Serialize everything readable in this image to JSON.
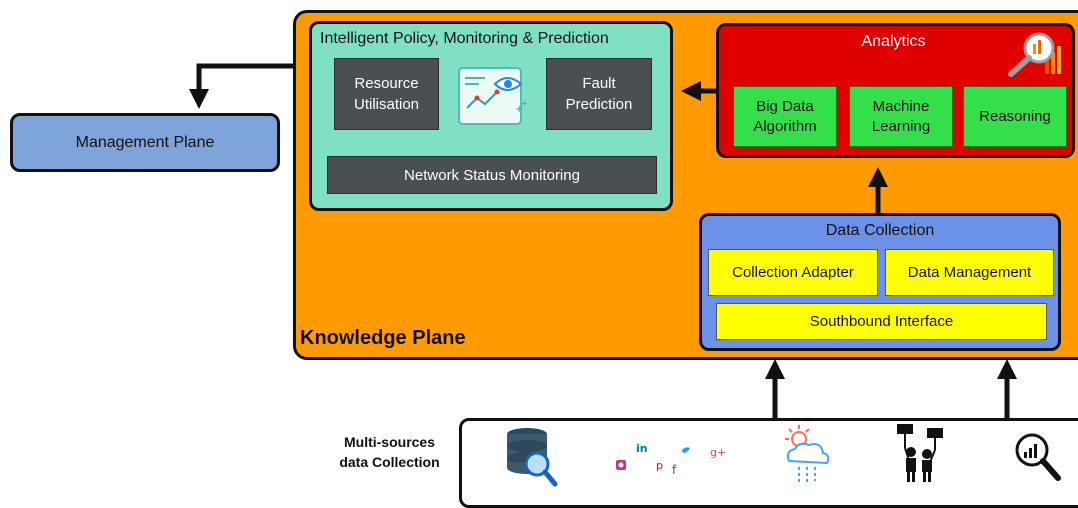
{
  "knowledge_plane": {
    "label": "Knowledge Plane"
  },
  "management_plane": {
    "label": "Management Plane"
  },
  "intelligent": {
    "title": "Intelligent Policy, Monitoring & Prediction",
    "resource_utilisation": [
      "Resource",
      "Utilisation"
    ],
    "fault_prediction": [
      "Fault",
      "Prediction"
    ],
    "network_status": "Network Status Monitoring"
  },
  "analytics": {
    "title": "Analytics",
    "big_data": [
      "Big Data",
      "Algorithm"
    ],
    "machine_learning": [
      "Machine",
      "Learning"
    ],
    "reasoning": "Reasoning"
  },
  "data_collection": {
    "title": "Data Collection",
    "collection_adapter": "Collection Adapter",
    "data_management": "Data Management",
    "southbound": "Southbound Interface"
  },
  "sources": {
    "label": [
      "Multi-sources",
      "data Collection"
    ],
    "icons": [
      "database-search-icon",
      "social-media-icon",
      "weather-icon",
      "protest-crowd-icon",
      "search-analytics-icon"
    ],
    "social": {
      "in": "in",
      "gplus": "g+",
      "p": "p",
      "f": "f"
    }
  },
  "colors": {
    "knowledge": "#FF9A00",
    "intelligent": "#7FE0C4",
    "analytics": "#E00000",
    "data_collection": "#6B92E8",
    "management": "#7EA4DA",
    "green": "#33E04A",
    "yellow": "#FFFF00",
    "dark": "#4A4F52"
  }
}
